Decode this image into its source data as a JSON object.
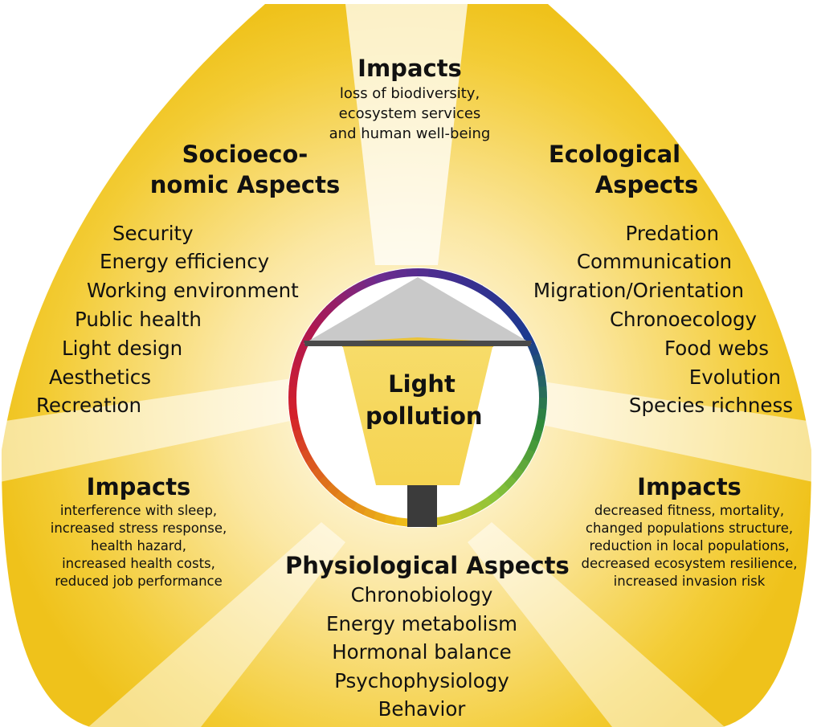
{
  "center": {
    "title_lines": [
      "Light",
      "pollution"
    ]
  },
  "top_impacts": {
    "title": "Impacts",
    "lines": [
      "loss of biodiversity,",
      "ecosystem services",
      "and human well-being"
    ]
  },
  "socioeconomic": {
    "title_lines": [
      "Socioeco-",
      "nomic Aspects"
    ],
    "items": [
      "Security",
      "Energy efficiency",
      "Working environment",
      "Public health",
      "Light design",
      "Aesthetics",
      "Recreation"
    ]
  },
  "ecological": {
    "title_lines": [
      "Ecological",
      "Aspects"
    ],
    "items": [
      "Predation",
      "Communication",
      "Migration/Orientation",
      "Chronoecology",
      "Food webs",
      "Evolution",
      "Species richness"
    ]
  },
  "left_impacts": {
    "title": "Impacts",
    "lines": [
      "interference with sleep,",
      "increased stress response,",
      "health hazard,",
      "increased health costs,",
      "reduced job performance"
    ]
  },
  "right_impacts": {
    "title": "Impacts",
    "lines": [
      "decreased fitness, mortality,",
      "changed populations structure,",
      "reduction in local populations,",
      "decreased ecosystem resilience,",
      "increased invasion risk"
    ]
  },
  "physiological": {
    "title": "Physiological Aspects",
    "items": [
      "Chronobiology",
      "Energy metabolism",
      "Hormonal balance",
      "Psychophysiology",
      "Behavior"
    ]
  },
  "colors": {
    "yellow": "#f2c81e",
    "lamp_shade": "#f6d75a",
    "lamp_cap": "#c8c8c8",
    "pole": "#3a3a3a",
    "ring": [
      "#f0c419",
      "#e07b1a",
      "#d3202a",
      "#b0174f",
      "#6b2c8f",
      "#3a2f8f",
      "#1b3a8f",
      "#2f8a3a",
      "#8cc43a",
      "#f0c419"
    ]
  }
}
